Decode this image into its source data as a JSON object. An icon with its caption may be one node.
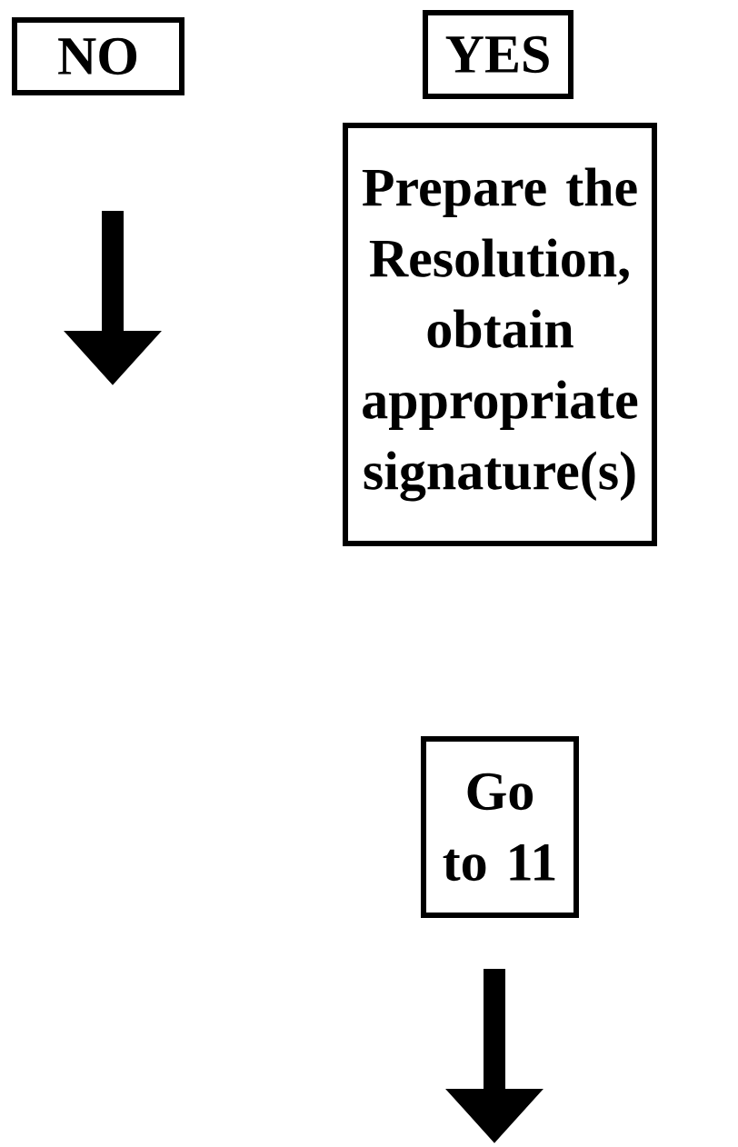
{
  "diagram": {
    "nodes": [
      {
        "text": [
          "NO"
        ]
      },
      {
        "text": [
          "YES"
        ]
      },
      {
        "text": [
          "Prepare the Resolution, obtain appropriate signature(s)"
        ]
      },
      {
        "text": [
          "Go to 11"
        ]
      }
    ]
  }
}
